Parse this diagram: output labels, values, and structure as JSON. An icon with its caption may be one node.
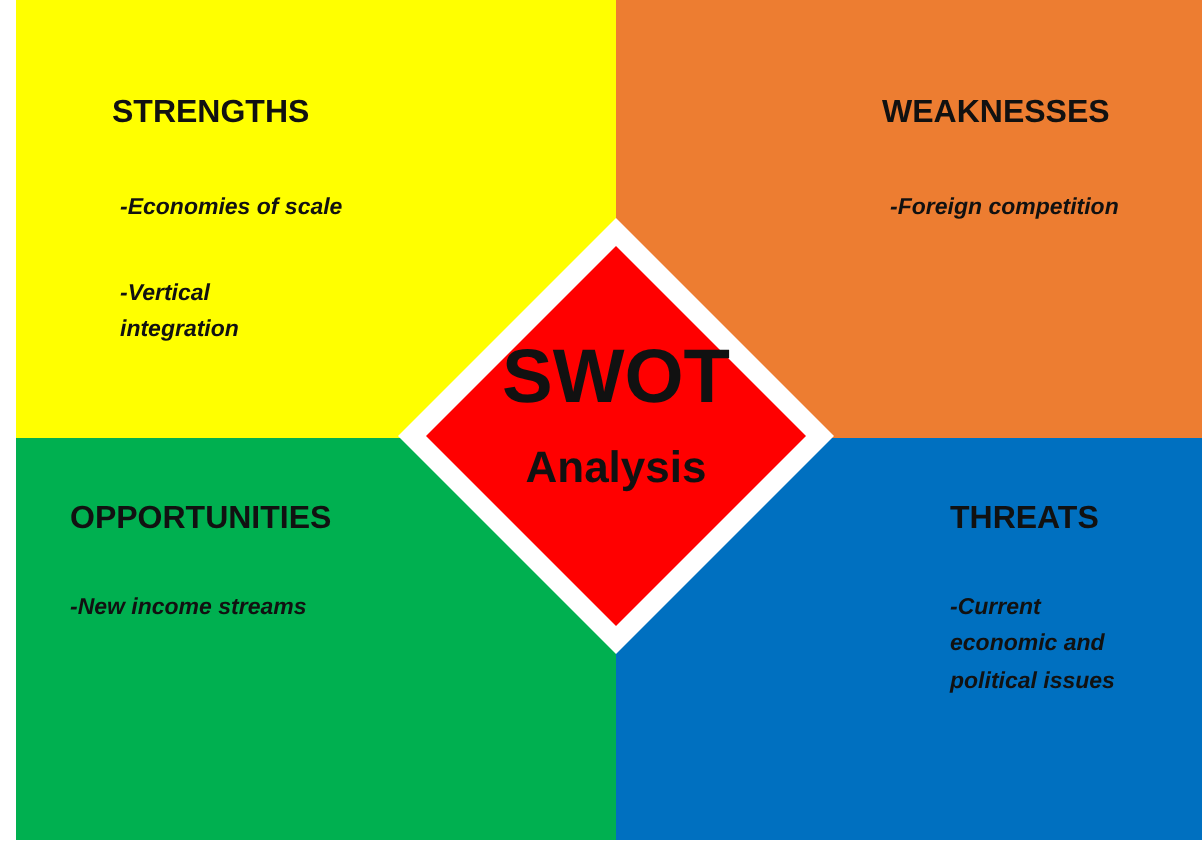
{
  "diagram": {
    "nodes": [
      {
        "text": [
          "STRENGTHS",
          "-Economies of scale",
          "-Vertical integration"
        ]
      },
      {
        "text": [
          "WEAKNESSES",
          "-Foreign competition"
        ]
      },
      {
        "text": [
          "SWOT",
          "Analysis"
        ]
      },
      {
        "text": [
          "OPPORTUNITIES",
          "-New income streams"
        ]
      },
      {
        "text": [
          "THREATS",
          "-Current economic and political issues"
        ]
      }
    ]
  }
}
